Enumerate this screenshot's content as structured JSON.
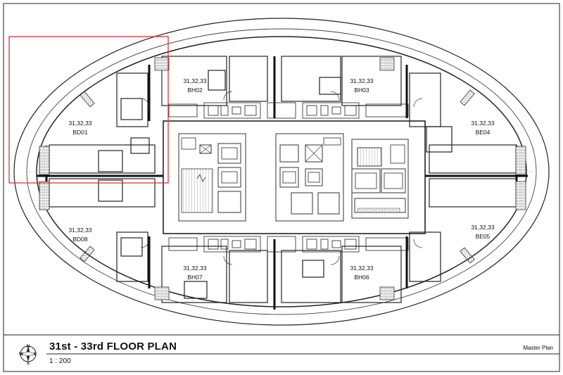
{
  "units": [
    {
      "floors": "31,32,33",
      "code": "BD01"
    },
    {
      "floors": "31,32,33",
      "code": "BH02"
    },
    {
      "floors": "31,32,33",
      "code": "BH03"
    },
    {
      "floors": "31,32,33",
      "code": "BE04"
    },
    {
      "floors": "31,32,33",
      "code": "BE05"
    },
    {
      "floors": "31,32,33",
      "code": "BH06"
    },
    {
      "floors": "31,32,33",
      "code": "BH07"
    },
    {
      "floors": "31,32,33",
      "code": "BD08"
    }
  ],
  "title_block": {
    "title": "31st - 33rd FLOOR PLAN",
    "scale": "1 : 200",
    "sheet_label": "Master Plan"
  },
  "compass": {
    "letters": [
      "N",
      "E",
      "S",
      "W"
    ]
  },
  "colors": {
    "highlight": "#d9343a",
    "line": "#222222",
    "hatch": "#8a8a8a"
  }
}
